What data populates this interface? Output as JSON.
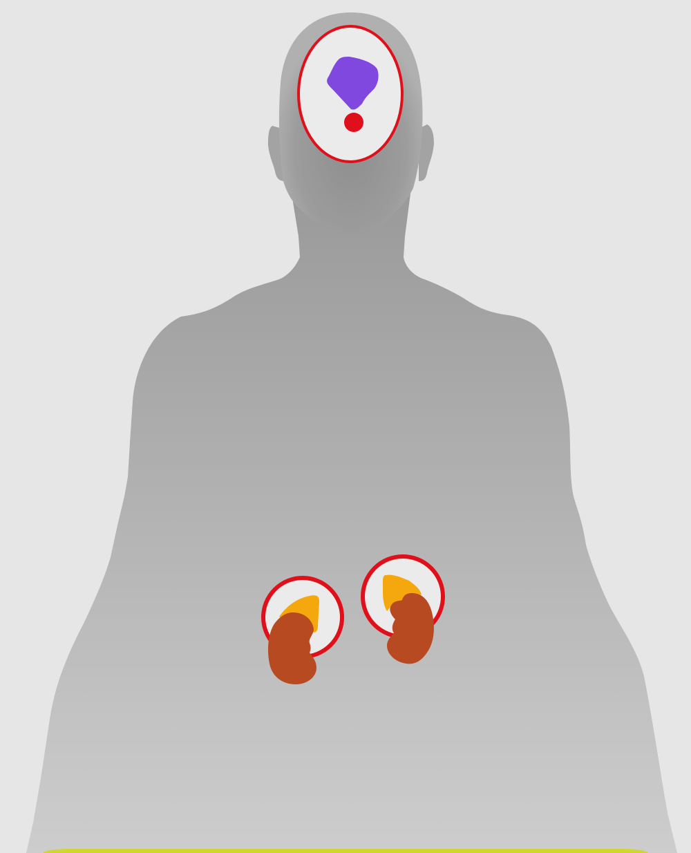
{
  "colors": {
    "background": "#e6e6e6",
    "silhouette_top": "#9a9a9a",
    "silhouette_bottom": "#cdcdcd",
    "highlight_ring": "#e0101a",
    "highlight_fill": "#ebebeb",
    "pituitary_gland": "#e00f1c",
    "hypothalamus": "#8148df",
    "adrenal_gland": "#f5a80d",
    "kidney": "#b84a22",
    "bottom_band": "#cfd62e"
  },
  "figure": {
    "subject": "human-silhouette",
    "highlighted_regions": [
      "brain",
      "left-adrenal",
      "right-adrenal"
    ],
    "organs": [
      "hypothalamus",
      "pituitary-gland",
      "adrenal-gland",
      "kidney"
    ]
  }
}
